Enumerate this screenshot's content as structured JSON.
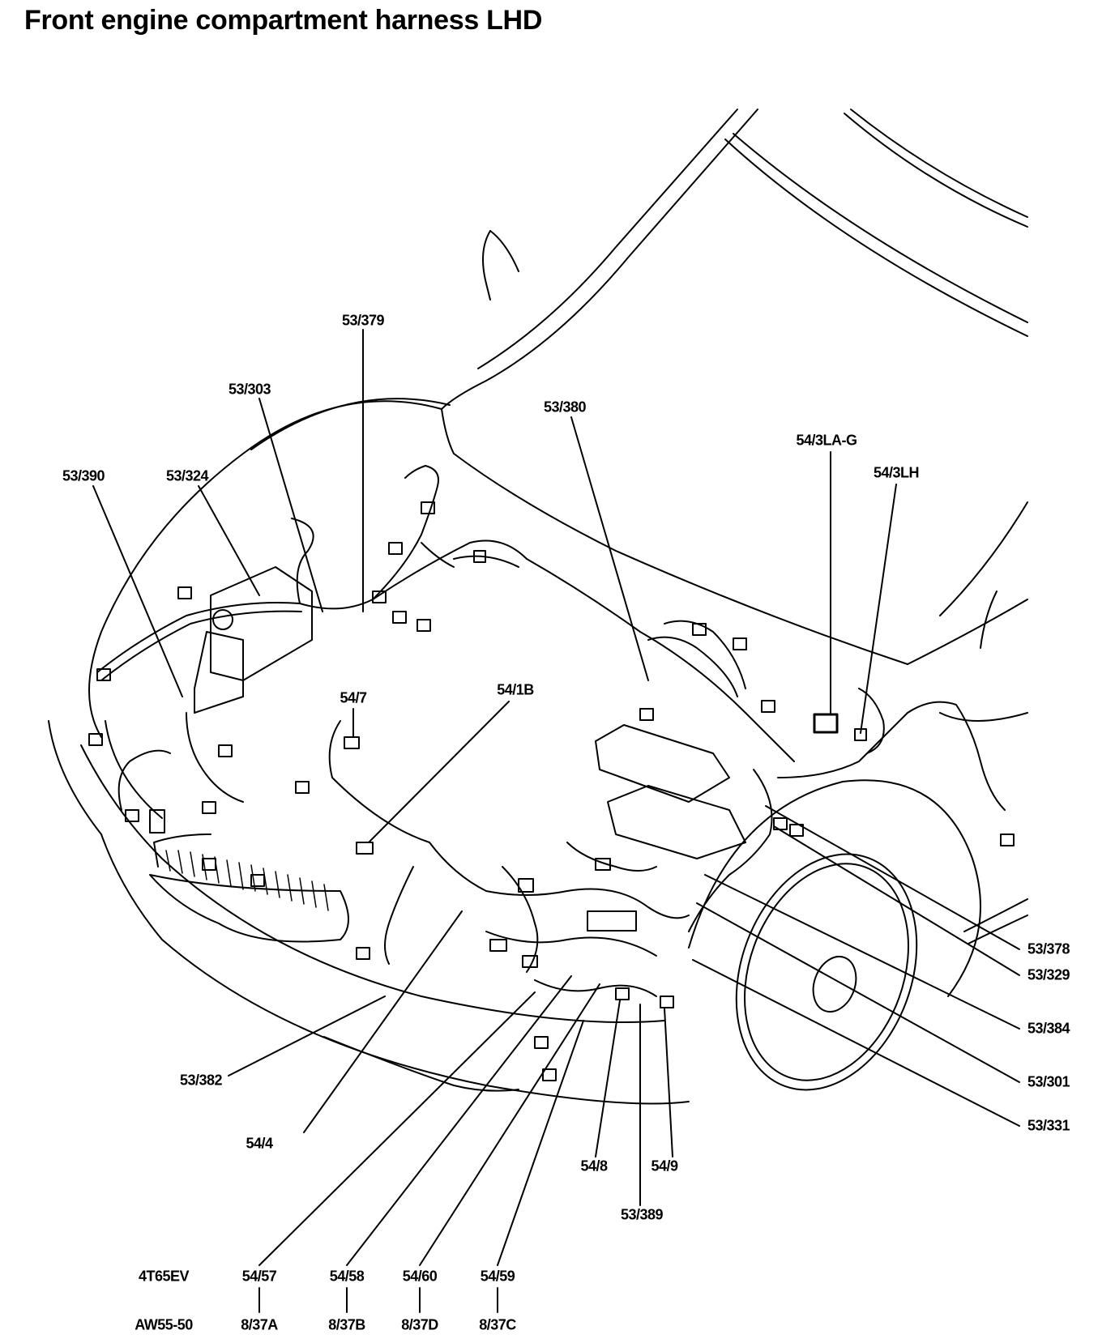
{
  "title": "Front engine compartment harness LHD",
  "callouts": {
    "c53_379": "53/379",
    "c53_303": "53/303",
    "c53_390": "53/390",
    "c53_324": "53/324",
    "c53_380": "53/380",
    "c54_3LA_G": "54/3LA-G",
    "c54_3LH": "54/3LH",
    "c54_7": "54/7",
    "c54_1B": "54/1B",
    "c53_378": "53/378",
    "c53_329": "53/329",
    "c53_384": "53/384",
    "c53_301": "53/301",
    "c53_331": "53/331",
    "c53_382": "53/382",
    "c54_4": "54/4",
    "c54_8": "54/8",
    "c54_9": "54/9",
    "c53_389": "53/389"
  },
  "transmission_table": {
    "rows": [
      {
        "variant": "4T65EV",
        "connectors": [
          "54/57",
          "54/58",
          "54/60",
          "54/59"
        ]
      },
      {
        "variant": "AW55-50",
        "connectors": [
          "8/37A",
          "8/37B",
          "8/37D",
          "8/37C"
        ]
      }
    ]
  }
}
